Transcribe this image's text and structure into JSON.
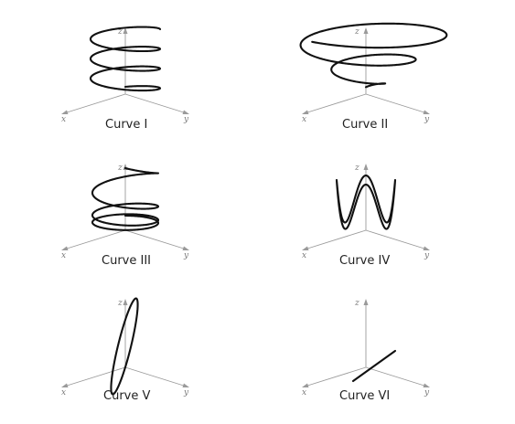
{
  "axis_labels": {
    "x": "x",
    "y": "y",
    "z": "z"
  },
  "panels": [
    {
      "caption": "Curve I"
    },
    {
      "caption": "Curve II"
    },
    {
      "caption": "Curve III"
    },
    {
      "caption": "Curve IV"
    },
    {
      "caption": "Curve V"
    },
    {
      "caption": "Curve VI"
    }
  ]
}
